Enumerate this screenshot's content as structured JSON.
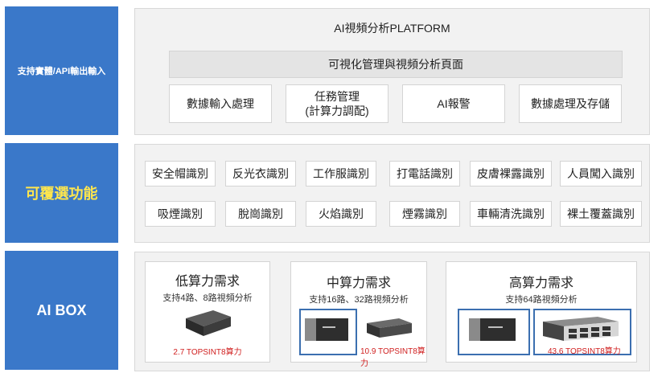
{
  "left_labels": {
    "input": "支持實體/API輸出輸入",
    "functions": "可覆選功能",
    "aibox": "AI BOX"
  },
  "platform": {
    "title": "AI視頻分析PLATFORM",
    "bar": "可視化管理與視頻分析頁面",
    "modules": [
      {
        "line1": "數據輸入處理",
        "line2": ""
      },
      {
        "line1": "任務管理",
        "line2": "(計算力調配)"
      },
      {
        "line1": "AI報警",
        "line2": ""
      },
      {
        "line1": "數據處理及存儲",
        "line2": ""
      }
    ]
  },
  "functions": {
    "row1": [
      "安全帽識別",
      "反光衣識別",
      "工作服識別",
      "打電話識別",
      "皮膚裸露識別",
      "人員闖入識別"
    ],
    "row2": [
      "吸煙識別",
      "脫崗識別",
      "火焰識別",
      "煙霧識別",
      "車輛清洗識別",
      "裸土覆蓋識別"
    ]
  },
  "aibox": {
    "low": {
      "title": "低算力需求",
      "sub": "支持4路、8路視頻分析",
      "perf": "2.7 TOPSINT8算力"
    },
    "mid": {
      "title": "中算力需求",
      "sub": "支持16路、32路視頻分析",
      "perf": "10.9 TOPSINT8算力"
    },
    "high": {
      "title": "高算力需求",
      "sub": "支持64路視頻分析",
      "perf": "43.6 TOPSINT8算力"
    }
  },
  "colors": {
    "accent_blue": "#3a78c9",
    "perf_red": "#d02020"
  },
  "icons": [
    "mini-pc-icon",
    "ai-card-icon",
    "rack-server-icon",
    "server-chassis-icon"
  ]
}
